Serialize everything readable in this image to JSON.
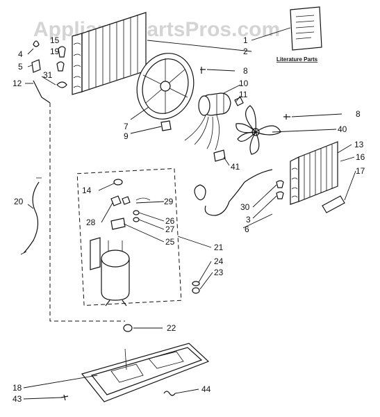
{
  "watermark": "AppliancePartsPros.com",
  "literature_caption": "Literature Parts",
  "callouts": {
    "c1": "1",
    "c2": "2",
    "c3": "3",
    "c4": "4",
    "c5": "5",
    "c6": "6",
    "c7": "7",
    "c8a": "8",
    "c8b": "8",
    "c9": "9",
    "c10": "10",
    "c11": "11",
    "c12": "12",
    "c13": "13",
    "c14": "14",
    "c15": "15",
    "c16": "16",
    "c17": "17",
    "c18": "18",
    "c19": "19",
    "c20": "20",
    "c21": "21",
    "c22": "22",
    "c23": "23",
    "c24": "24",
    "c25": "25",
    "c26": "26",
    "c27": "27",
    "c28": "28",
    "c29": "29",
    "c30": "30",
    "c31": "31",
    "c40": "40",
    "c41": "41",
    "c43": "43",
    "c44": "44"
  }
}
